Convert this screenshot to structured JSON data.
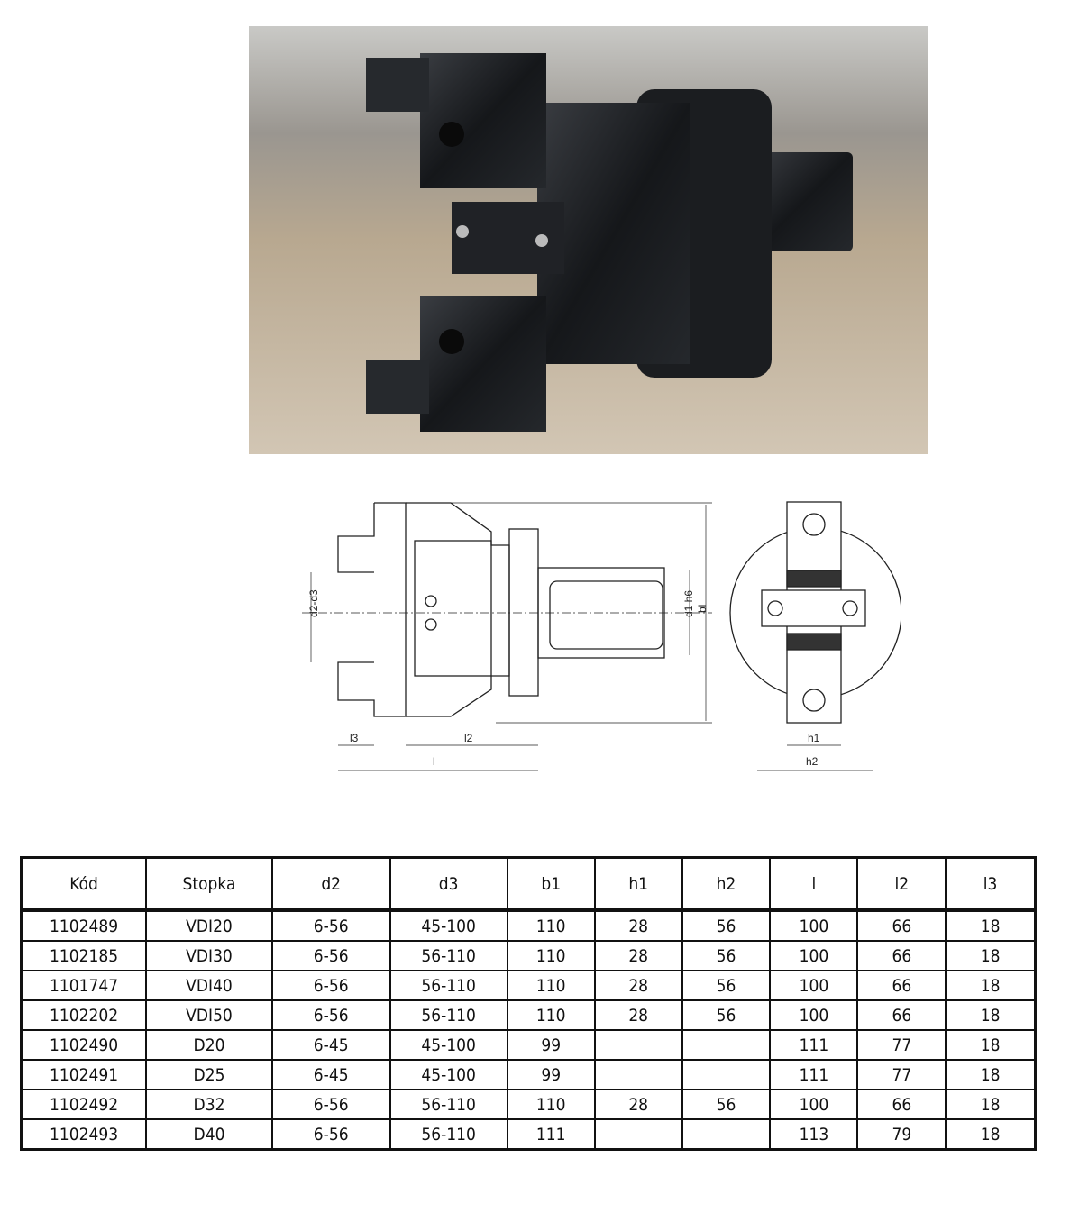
{
  "drawing": {
    "labels": {
      "d2d3": "d2-d3",
      "d1": "d1 h6",
      "b1": "bl",
      "l3": "l3",
      "l2": "l2",
      "l": "l",
      "h1": "h1",
      "h2": "h2"
    }
  },
  "table": {
    "headers": [
      "Kód",
      "Stopka",
      "d2",
      "d3",
      "b1",
      "h1",
      "h2",
      "l",
      "l2",
      "l3"
    ],
    "rows": [
      [
        "1102489",
        "VDI20",
        "6-56",
        "45-100",
        "110",
        "28",
        "56",
        "100",
        "66",
        "18"
      ],
      [
        "1102185",
        "VDI30",
        "6-56",
        "56-110",
        "110",
        "28",
        "56",
        "100",
        "66",
        "18"
      ],
      [
        "1101747",
        "VDI40",
        "6-56",
        "56-110",
        "110",
        "28",
        "56",
        "100",
        "66",
        "18"
      ],
      [
        "1102202",
        "VDI50",
        "6-56",
        "56-110",
        "110",
        "28",
        "56",
        "100",
        "66",
        "18"
      ],
      [
        "1102490",
        "D20",
        "6-45",
        "45-100",
        "99",
        "",
        "",
        "111",
        "77",
        "18"
      ],
      [
        "1102491",
        "D25",
        "6-45",
        "45-100",
        "99",
        "",
        "",
        "111",
        "77",
        "18"
      ],
      [
        "1102492",
        "D32",
        "6-56",
        "56-110",
        "110",
        "28",
        "56",
        "100",
        "66",
        "18"
      ],
      [
        "1102493",
        "D40",
        "6-56",
        "56-110",
        "111",
        "",
        "",
        "113",
        "79",
        "18"
      ]
    ]
  }
}
